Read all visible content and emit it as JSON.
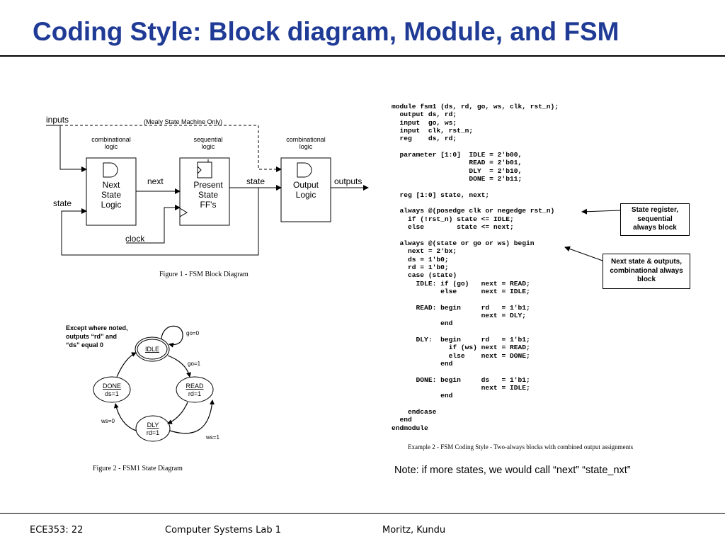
{
  "header": {
    "title": "Coding Style: Block diagram, Module, and FSM"
  },
  "block_diagram": {
    "inputs": "inputs",
    "mealy_note": "(Mealy State Machine Only)",
    "comb1_line1": "combinational",
    "comb1_line2": "logic",
    "seq_line1": "sequential",
    "seq_line2": "logic",
    "comb2_line1": "combinational",
    "comb2_line2": "logic",
    "next_state_l1": "Next",
    "next_state_l2": "State",
    "next_state_l3": "Logic",
    "present_l1": "Present",
    "present_l2": "State",
    "present_l3": "FF's",
    "output_l1": "Output",
    "output_l2": "Logic",
    "next_label": "next",
    "state_label_mid": "state",
    "state_label_left": "state",
    "outputs": "outputs",
    "clock": "clock",
    "caption": "Figure 1  - FSM Block Diagram"
  },
  "state_diagram": {
    "note_l1": "Except where noted,",
    "note_l2": "outputs “rd” and",
    "note_l3": "“ds” equal 0",
    "idle": "IDLE",
    "read": "READ",
    "read_out": "rd=1",
    "dly": "DLY",
    "dly_out": "rd=1",
    "done": "DONE",
    "done_out": "ds=1",
    "go0": "go=0",
    "go1": "go=1",
    "ws0": "ws=0",
    "ws1": "ws=1",
    "caption": "Figure 2 - FSM1 State Diagram"
  },
  "code": {
    "text": "module fsm1 (ds, rd, go, ws, clk, rst_n);\n  output ds, rd;\n  input  go, ws;\n  input  clk, rst_n;\n  reg    ds, rd;\n\n  parameter [1:0]  IDLE = 2'b00,\n                   READ = 2'b01,\n                   DLY  = 2'b10,\n                   DONE = 2'b11;\n\n  reg [1:0] state, next;\n\n  always @(posedge clk or negedge rst_n)\n    if (!rst_n) state <= IDLE;\n    else        state <= next;\n\n  always @(state or go or ws) begin\n    next = 2'bx;\n    ds = 1'b0;\n    rd = 1'b0;\n    case (state)\n      IDLE: if (go)   next = READ;\n            else      next = IDLE;\n\n      READ: begin     rd   = 1'b1;\n                      next = DLY;\n            end\n\n      DLY:  begin     rd   = 1'b1;\n              if (ws) next = READ;\n              else    next = DONE;\n            end\n\n      DONE: begin     ds   = 1'b1;\n                      next = IDLE;\n            end\n\n    endcase\n  end\nendmodule",
    "caption": "Example 2 - FSM Coding Style - Two-always blocks with combined output assignments"
  },
  "callouts": {
    "state_register": [
      "State register,",
      "sequential",
      "always block"
    ],
    "next_state": [
      "Next state & outputs,",
      "combinational always",
      "block"
    ]
  },
  "note": "Note: if more states, we would call “next” “state_nxt”",
  "footer": {
    "course": "ECE353: 22",
    "lab": "Computer Systems Lab 1",
    "authors": "Moritz, Kundu"
  },
  "colors": {
    "title": "#1f3b96"
  }
}
